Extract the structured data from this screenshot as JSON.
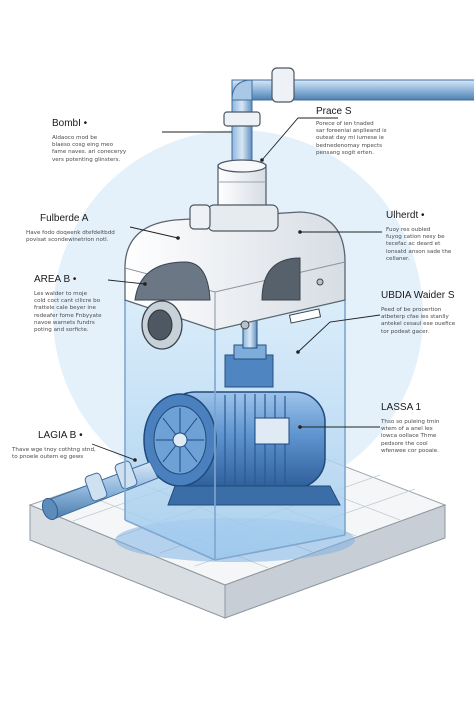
{
  "colors": {
    "halo": "#e4f1fb",
    "pipe": "#6f9fcc",
    "pipe_dark": "#3f6f9f",
    "housing": "#eef2f6",
    "glass": "#c9e3f6",
    "motor": "#5e94cf",
    "motor_dark": "#2f5f9a",
    "base": "#e8ebee",
    "line": "#222222"
  },
  "labels": [
    {
      "id": "bombi",
      "title": "BombI •",
      "desc": "Aldaoco mod be\nblaeso cosg eing meo\nfame naves. ari coneceryy\nvers potenting glinsters."
    },
    {
      "id": "prace",
      "title": "Prace S",
      "desc": "Porece of ien tnaded\nsar foreeniai anplieand is\nouteat day mi iumese ie\nbednedenomay mpects\npensang sogit erten."
    },
    {
      "id": "fulberde",
      "title": "Fulberde A",
      "desc": "Have fodo doqeenk dtefdeltbdd\npovisat scondewinetrion notl."
    },
    {
      "id": "ulherdt",
      "title": "Ulherdt •",
      "desc": "Fuoy res oubled\nfuyog cation nesy be\ntecefac ac deard et\nionsatd anson sade the\ncellaner."
    },
    {
      "id": "area_b",
      "title": "AREA B •",
      "desc": "Les walder to moje\ncold coct cant cilicre bo\nfrattele cale beyer ine\nredeafer fome Fnbyyate\nnavoe warnets fundrs\npoting and sorficte."
    },
    {
      "id": "ubdia",
      "title": "UBDIA Waider S",
      "desc": "Peed of be prooertion\natbeterp cfae ies stanlly\nantekel cesaul ese ouefice\ntor podeat gacer."
    },
    {
      "id": "lassa",
      "title": "LASSA 1",
      "desc": "Thso so puleing tmin\nwtem of a anel lex\nlowca oollace Thme\npedsore the cool\nwfenwee cor pooaie."
    },
    {
      "id": "lagia",
      "title": "LAGIA B •",
      "desc": "Thave wge tnoy cothtng stnd,\nto pnoele outem eg gews"
    }
  ]
}
